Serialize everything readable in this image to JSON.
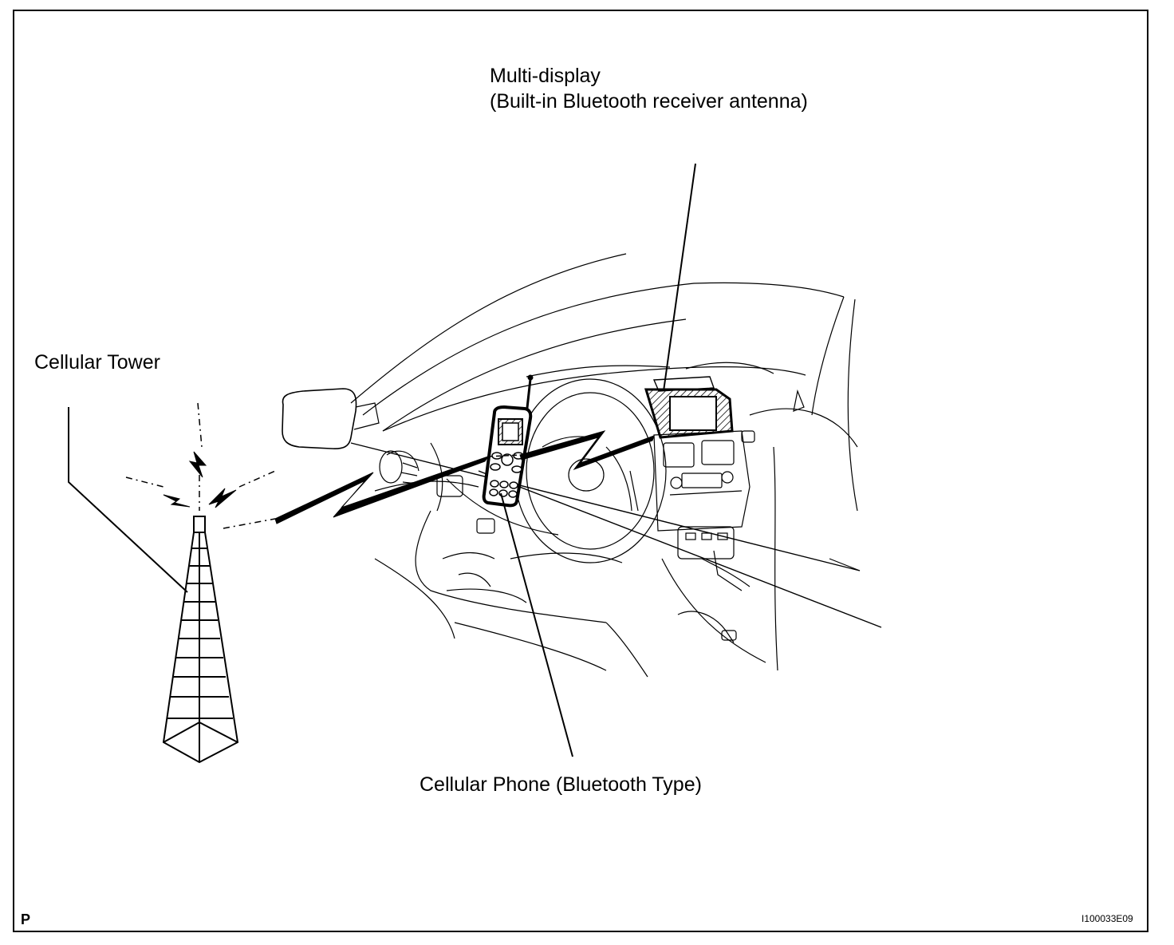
{
  "labels": {
    "multi_display_line1": "Multi-display",
    "multi_display_line2": "(Built-in Bluetooth receiver antenna)",
    "cellular_tower": "Cellular Tower",
    "cellular_phone": "Cellular Phone (Bluetooth Type)",
    "page_marker": "P",
    "figure_code": "I100033E09"
  },
  "colors": {
    "line": "#000000",
    "background": "#ffffff"
  }
}
